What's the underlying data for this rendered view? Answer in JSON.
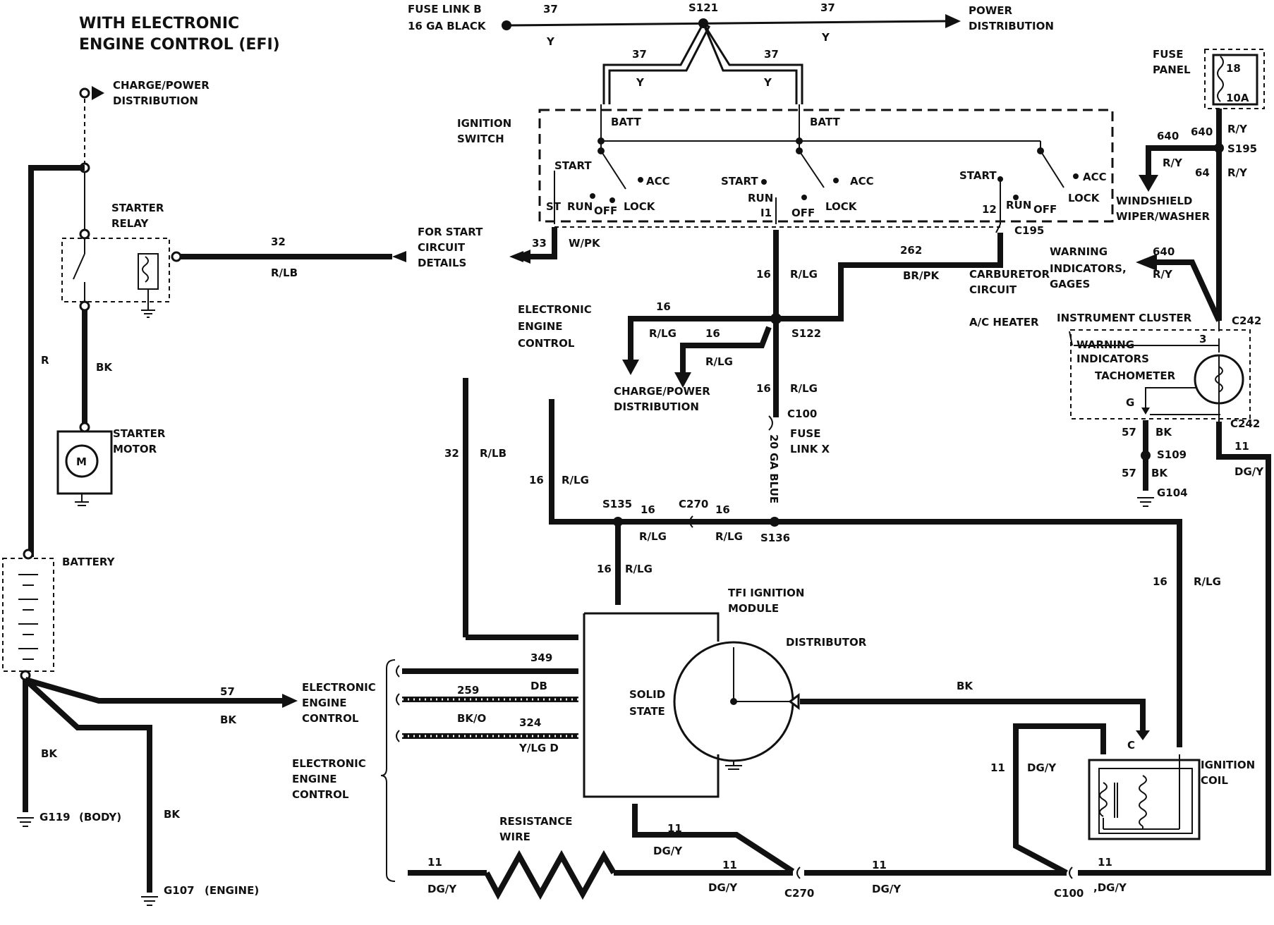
{
  "title": [
    "WITH ELECTRONIC",
    "ENGINE CONTROL (EFI)"
  ],
  "labels": {
    "fuse_link_b": "FUSE LINK B",
    "fuse_link_b_gauge": "16 GA BLACK",
    "s121": "S121",
    "power_distribution": [
      "POWER",
      "DISTRIBUTION"
    ],
    "charge_power_top": [
      "CHARGE/POWER",
      "DISTRIBUTION"
    ],
    "starter_relay": [
      "STARTER",
      "RELAY"
    ],
    "starter_motor": [
      "STARTER",
      "MOTOR"
    ],
    "motor_symbol": "M",
    "battery": "BATTERY",
    "for_start_circuit": [
      "FOR START",
      "CIRCUIT",
      "DETAILS"
    ],
    "ignition_switch": [
      "IGNITION",
      "SWITCH"
    ],
    "batt": "BATT",
    "start": "START",
    "acc": "ACC",
    "run": "RUN",
    "off": "OFF",
    "lock": "LOCK",
    "st": "ST",
    "i1": "I1",
    "twelve": "12",
    "fuse_panel": [
      "FUSE",
      "PANEL"
    ],
    "fuse_18": "18",
    "fuse_10a": "10A",
    "s195": "S195",
    "windshield": [
      "WINDSHIELD",
      "WIPER/WASHER"
    ],
    "c195": "C195",
    "carb_circuit": [
      "CARBURETOR",
      "CIRCUIT"
    ],
    "ac_heater": "A/C HEATER",
    "warning_gages": [
      "WARNING",
      "INDICATORS,",
      "GAGES"
    ],
    "instrument_cluster": "INSTRUMENT CLUSTER",
    "c242": "C242",
    "warning_indicators": [
      "WARNING",
      "INDICATORS"
    ],
    "tachometer": "TACHOMETER",
    "g": "G",
    "three": "3",
    "eec": [
      "ELECTRONIC",
      "ENGINE",
      "CONTROL"
    ],
    "s122": "S122",
    "charge_power_mid": [
      "CHARGE/POWER",
      "DISTRIBUTION"
    ],
    "c100": "C100",
    "fuse_link_x": [
      "FUSE",
      "LINK X"
    ],
    "ga_blue": "20 GA BLUE",
    "s109": "S109",
    "g104": "G104",
    "s135": "S135",
    "c270": "C270",
    "s136": "S136",
    "tfi": [
      "TFI IGNITION",
      "MODULE"
    ],
    "distributor": "DISTRIBUTOR",
    "solid_state": [
      "SOLID",
      "STATE"
    ],
    "ignition_coil": [
      "IGNITION",
      "COIL"
    ],
    "c": "C",
    "resistance_wire": [
      "RESISTANCE",
      "WIRE"
    ],
    "g119": "G119",
    "g119_suffix": "(BODY)",
    "g107": "G107",
    "g107_suffix": "(ENGINE)"
  },
  "wires": {
    "c37": "37",
    "y": "Y",
    "c640": "640",
    "ry": "R/Y",
    "c64": "64",
    "c32": "32",
    "rlb": "R/LB",
    "c33": "33",
    "wpk": "W/PK",
    "c262": "262",
    "brpk": "BR/PK",
    "c16": "16",
    "rlg": "R/LG",
    "c57": "57",
    "bk": "BK",
    "c11": "11",
    "dgy": "DG/Y",
    "dgy2": ",DG/Y",
    "r": "R",
    "c349": "349",
    "db": "DB",
    "c259": "259",
    "bko": "BK/O",
    "c324": "324",
    "ylgd": "Y/LG D"
  }
}
